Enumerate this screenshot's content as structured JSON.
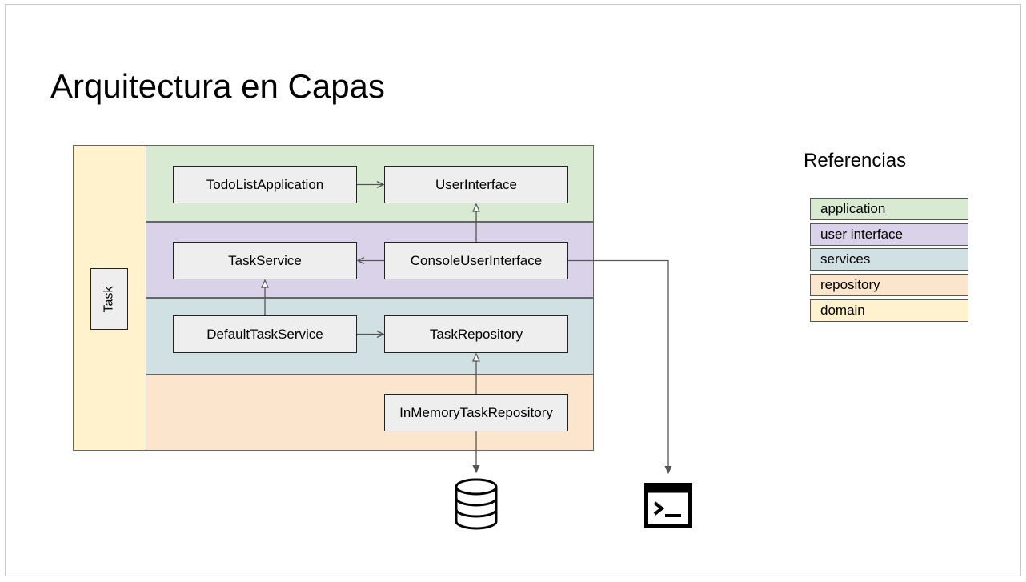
{
  "slide": {
    "title": "Arquitectura en Capas"
  },
  "colors": {
    "application": "#d9ead3",
    "user_interface": "#d9d2e9",
    "services": "#d0e0e3",
    "repository": "#fce5cd",
    "domain": "#fff2cc",
    "box_fill": "#eeeeee"
  },
  "diagram": {
    "domain_box": "Task",
    "boxes": {
      "todo_list_application": "TodoListApplication",
      "user_interface": "UserInterface",
      "task_service": "TaskService",
      "console_user_interface": "ConsoleUserInterface",
      "default_task_service": "DefaultTaskService",
      "task_repository": "TaskRepository",
      "in_memory_task_repository": "InMemoryTaskRepository"
    },
    "icons": [
      "database-icon",
      "terminal-icon"
    ]
  },
  "legend": {
    "title": "Referencias",
    "items": [
      {
        "label": "application",
        "color": "#d9ead3"
      },
      {
        "label": "user interface",
        "color": "#d9d2e9"
      },
      {
        "label": "services",
        "color": "#d0e0e3"
      },
      {
        "label": "repository",
        "color": "#fce5cd"
      },
      {
        "label": "domain",
        "color": "#fff2cc"
      }
    ]
  }
}
